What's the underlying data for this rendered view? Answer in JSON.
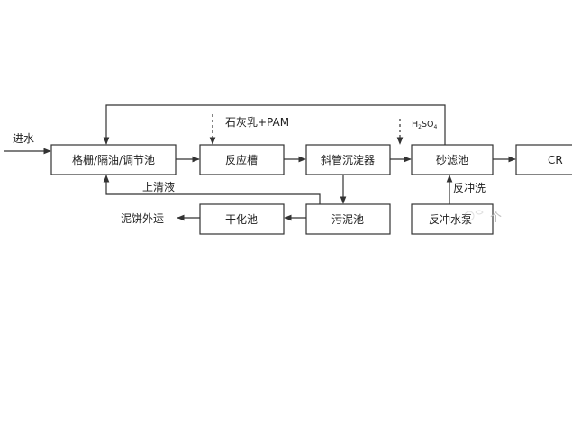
{
  "diagram": {
    "inlet": "进水",
    "nodes": {
      "grid": "格栅/隔油/调节池",
      "reactor": "反应槽",
      "settler": "斜管沉淀器",
      "sandfilter": "砂滤池",
      "cr": "CR",
      "sludge": "污泥池",
      "dryer": "干化池",
      "backwash_pump": "反冲水泵"
    },
    "labels": {
      "lime_pam": "石灰乳+PAM",
      "h2so4_base": "H",
      "h2so4_sub1": "2",
      "h2so4_mid": "SO",
      "h2so4_sub2": "4",
      "supernatant": "上清液",
      "cake_out": "泥饼外运",
      "backwash": "反冲洗"
    },
    "watermark": "个"
  }
}
